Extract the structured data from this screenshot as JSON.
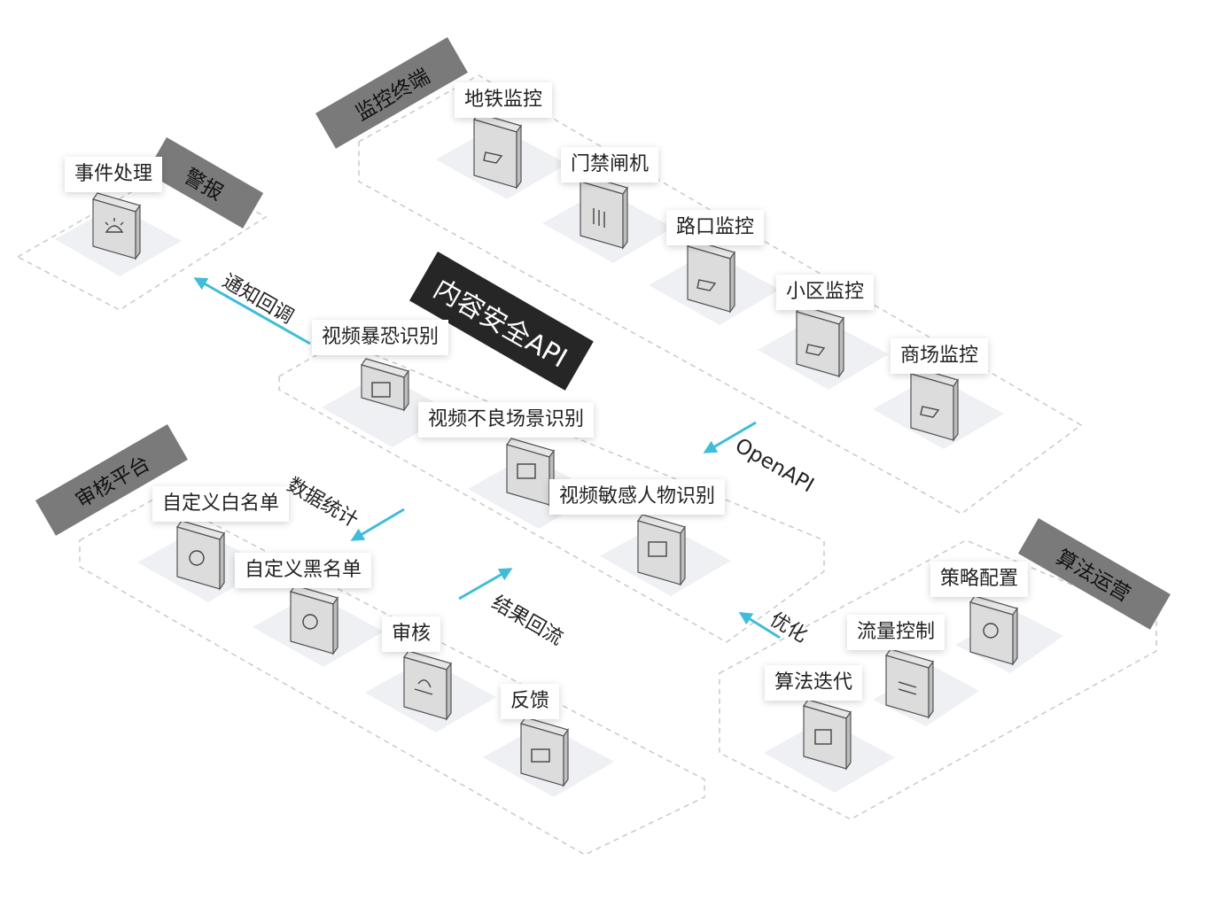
{
  "groups": {
    "monitor": "监控终端",
    "alarm": "警报",
    "audit": "审核平台",
    "algo": "算法运营",
    "api": "内容安全API"
  },
  "nodes": {
    "subway": "地铁监控",
    "gate": "门禁闸机",
    "crossroad": "路口监控",
    "community": "小区监控",
    "mall": "商场监控",
    "event": "事件处理",
    "terror": "视频暴恐识别",
    "bad_scene": "视频不良场景识别",
    "sensitive": "视频敏感人物识别",
    "whitelist": "自定义白名单",
    "blacklist": "自定义黑名单",
    "review": "审核",
    "feedback": "反馈",
    "strategy": "策略配置",
    "traffic": "流量控制",
    "iterate": "算法迭代"
  },
  "flows": {
    "notify": "通知回调",
    "openapi": "OpenAPI",
    "stats": "数据统计",
    "result": "结果回流",
    "optimize": "优化"
  },
  "colors": {
    "arrow": "#3fbcd8",
    "band": "#7a7a7a",
    "api_band": "#262626",
    "box": "#dcdcdc"
  }
}
